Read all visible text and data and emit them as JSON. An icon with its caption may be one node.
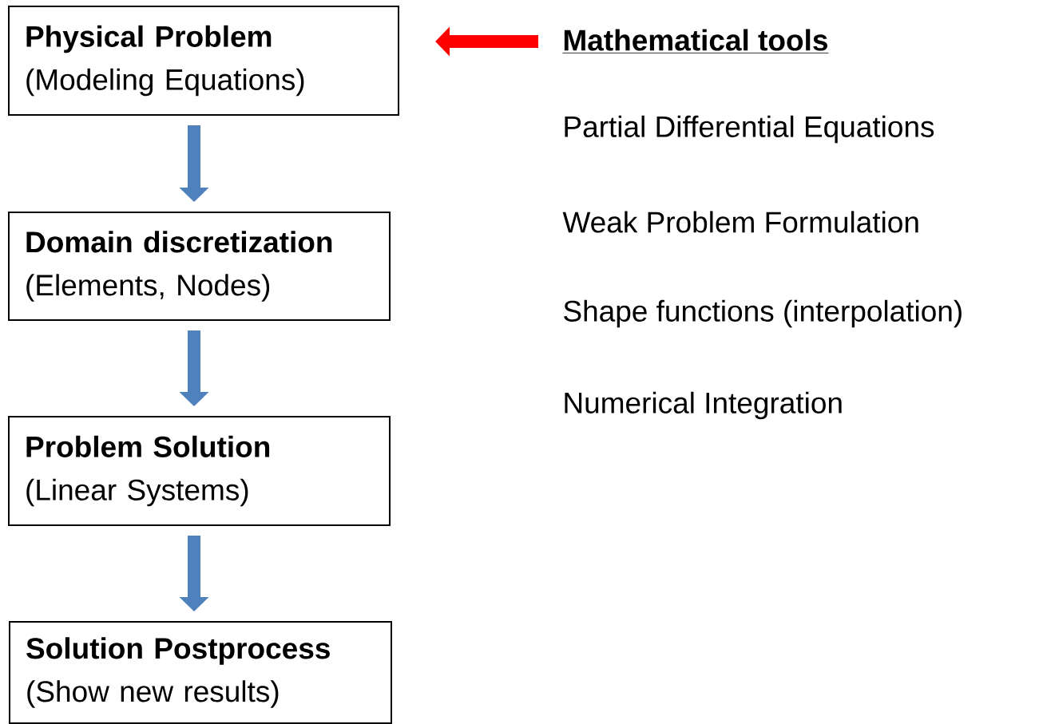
{
  "diagram": {
    "nodes": [
      {
        "text": [
          "Physical Problem",
          "(Modeling Equations)"
        ]
      },
      {
        "text": [
          "Domain discretization",
          "(Elements, Nodes)"
        ]
      },
      {
        "text": [
          "Problem Solution",
          "(Linear Systems)"
        ]
      },
      {
        "text": [
          "Solution Postprocess",
          "(Show new results)"
        ]
      },
      {
        "text": [
          "Mathematical tools"
        ]
      }
    ],
    "edges": [
      {
        "from": 0,
        "to": 1,
        "arrow": "to"
      },
      {
        "from": 1,
        "to": 2,
        "arrow": "to"
      },
      {
        "from": 2,
        "to": 3,
        "arrow": "to"
      },
      {
        "from": 4,
        "to": 0,
        "arrow": "to",
        "color": "#ff0000"
      }
    ],
    "labels": [
      "Partial Differential Equations",
      "Weak Problem Formulation",
      "Shape functions (interpolation)",
      "Numerical Integration"
    ]
  }
}
